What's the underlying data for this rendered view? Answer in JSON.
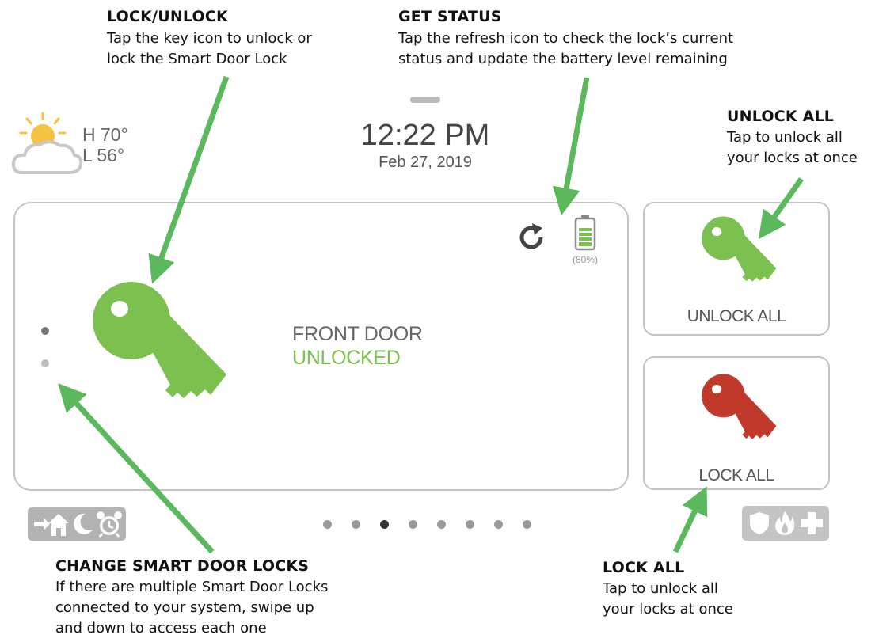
{
  "callouts": {
    "lock_unlock": {
      "title": "LOCK/UNLOCK",
      "body": [
        "Tap the key icon to unlock or",
        "lock the Smart Door Lock"
      ]
    },
    "get_status": {
      "title": "GET STATUS",
      "body": [
        "Tap the refresh icon to check the lock’s current",
        "status and update the battery level remaining"
      ]
    },
    "unlock_all": {
      "title": "UNLOCK ALL",
      "body": [
        "Tap to unlock all",
        "your locks at once"
      ]
    },
    "lock_all": {
      "title": "LOCK ALL",
      "body": [
        "Tap to unlock all",
        "your locks at once"
      ]
    },
    "change_locks": {
      "title": "CHANGE SMART DOOR LOCKS",
      "body": [
        "If there are multiple Smart Door Locks",
        "connected to your system, swipe up",
        "and down to access each one"
      ]
    }
  },
  "weather": {
    "high": "H 70°",
    "low": "L 56°",
    "icon": "partly-cloudy-icon"
  },
  "clock": {
    "time": "12:22 PM",
    "date": "Feb 27, 2019"
  },
  "lock": {
    "name": "FRONT DOOR",
    "status": "UNLOCKED",
    "status_color": "#7cc04f",
    "battery": "(80%)",
    "battery_level": 0.8
  },
  "buttons": {
    "unlock_all": "UNLOCK ALL",
    "lock_all": "LOCK ALL"
  },
  "colors": {
    "arrow": "#5cb85c",
    "key_green": "#7cc04f",
    "key_red": "#c0392b",
    "panel_border": "#c4c4c4"
  },
  "pager": {
    "page_count": 8,
    "active_index": 2
  }
}
